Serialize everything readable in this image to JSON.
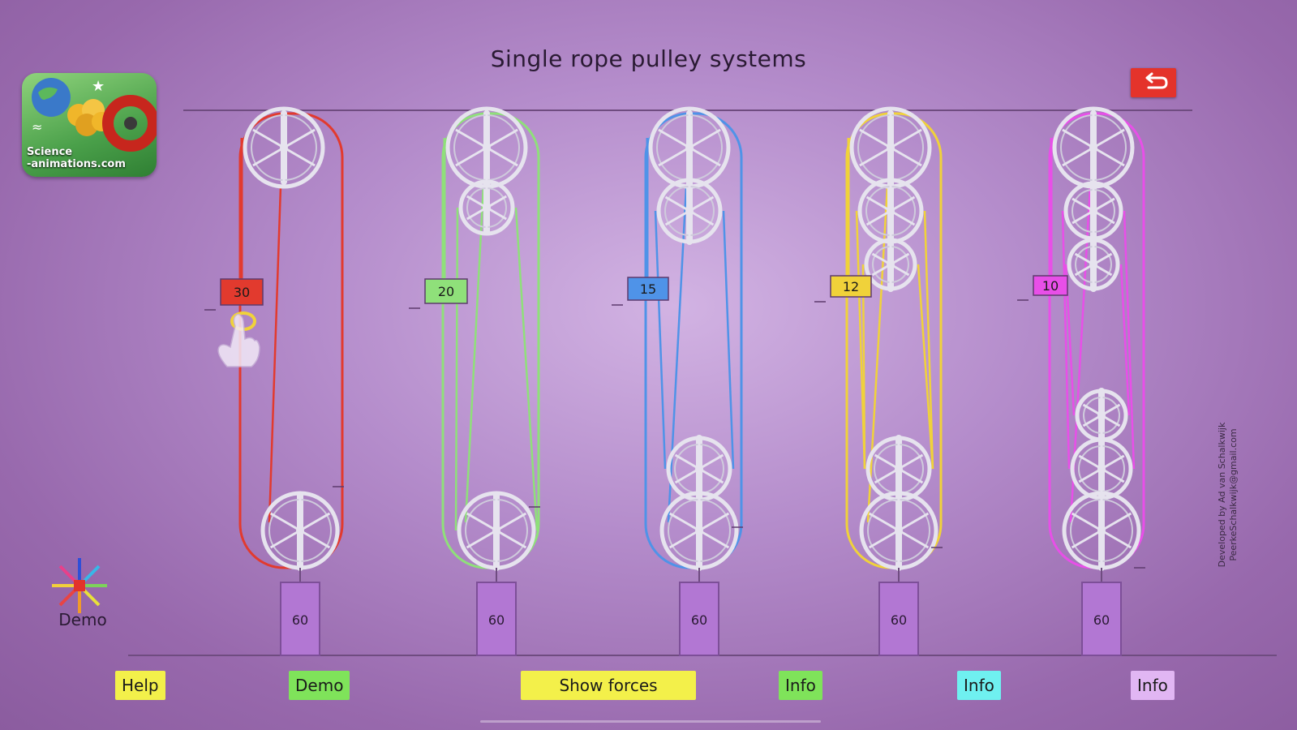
{
  "title": "Single rope pulley systems",
  "logo": {
    "line1": "Science",
    "line2": "-animations.com"
  },
  "demo_icon_label": "Demo",
  "credit": {
    "line1": "Developed by Ad van Schalkwijk",
    "line2": "PeerkeSchalkwijk@gmail.com"
  },
  "buttons": {
    "help": "Help",
    "demo": "Demo",
    "show_forces": "Show forces",
    "info_green": "Info",
    "info_cyan": "Info",
    "info_violet": "Info"
  },
  "colors": {
    "red": "#e23a2e",
    "green": "#8fe07a",
    "blue": "#4f93e8",
    "yellow": "#f0d23a",
    "magenta": "#e84fe8",
    "weight": "#b277d3",
    "wheel": "#e6e3ee"
  },
  "systems": [
    {
      "name": "system-1",
      "color": "red",
      "effort": "30",
      "weight": "60"
    },
    {
      "name": "system-2",
      "color": "green",
      "effort": "20",
      "weight": "60"
    },
    {
      "name": "system-3",
      "color": "blue",
      "effort": "15",
      "weight": "60"
    },
    {
      "name": "system-4",
      "color": "yellow",
      "effort": "12",
      "weight": "60"
    },
    {
      "name": "system-5",
      "color": "magenta",
      "effort": "10",
      "weight": "60"
    }
  ]
}
